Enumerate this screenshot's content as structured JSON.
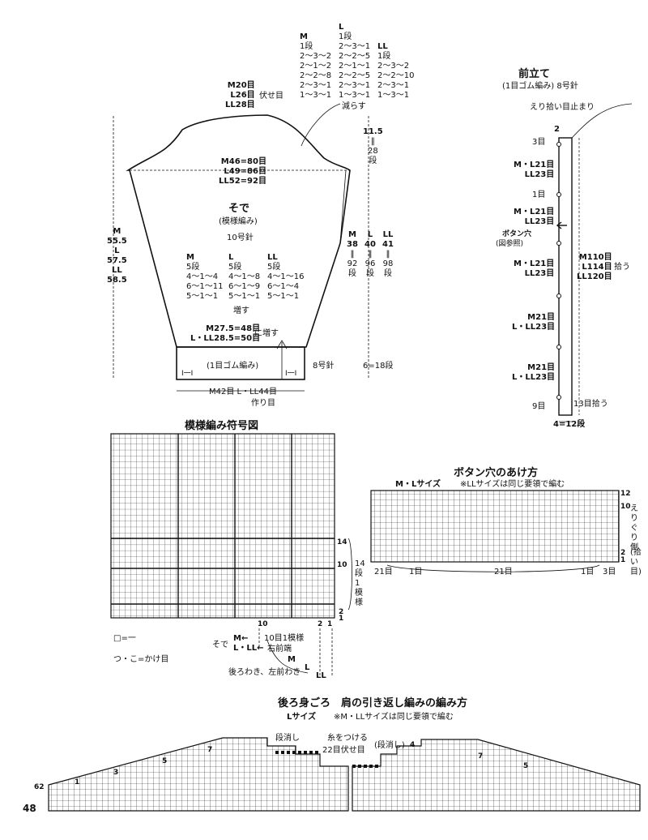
{
  "page_number": "48",
  "sleeve": {
    "title": "そで",
    "pattern": "(模様編み)",
    "needle": "10号針",
    "bind_off": {
      "m": "M20目",
      "l": "L26目",
      "ll": "LL28目",
      "label": "伏せ目"
    },
    "cap_table": {
      "cols": [
        "M",
        "L",
        "LL"
      ],
      "m": [
        "1段",
        "2〜3〜2",
        "2〜1〜2",
        "2〜2〜8",
        "2〜3〜1",
        "1〜3〜1"
      ],
      "l": [
        "1段",
        "2〜3〜1",
        "2〜2〜5",
        "2〜1〜1",
        "2〜2〜5",
        "2〜3〜1",
        "1〜3〜1"
      ],
      "ll": [
        "1段",
        "2〜3〜2",
        "2〜2〜10",
        "2〜3〜1",
        "1〜3〜1"
      ],
      "decrease_label": "減らす"
    },
    "cap_height": {
      "value": "11.5",
      "rows": "28",
      "unit": "段",
      "eq": "‖"
    },
    "width_stitches": {
      "m": "M46=80目",
      "l": "L49=86目",
      "ll": "LL52=92目"
    },
    "length": {
      "m_label": "M",
      "m": "55.5",
      "l_label": "L",
      "l": "57.5",
      "ll_label": "LL",
      "ll": "58.5"
    },
    "side_rows": {
      "m": {
        "label": "M",
        "cm": "38",
        "rows": "92",
        "unit": "段"
      },
      "l": {
        "label": "L",
        "cm": "40",
        "rows": "96",
        "unit": "段"
      },
      "ll": {
        "label": "LL",
        "cm": "41",
        "rows": "98",
        "unit": "段"
      }
    },
    "inc_table": {
      "cols": [
        "M",
        "L",
        "LL"
      ],
      "m": [
        "5段",
        "4〜1〜4",
        "6〜1〜11",
        "5〜1〜1"
      ],
      "l": [
        "5段",
        "4〜1〜8",
        "6〜1〜9",
        "5〜1〜1"
      ],
      "ll": [
        "5段",
        "4〜1〜16",
        "6〜1〜4",
        "5〜1〜1"
      ],
      "increase_label": "増す"
    },
    "cuff_inc": {
      "m": "M27.5=48目",
      "l": "L・LL28.5=50目",
      "label": "に増す"
    },
    "ribbing": "(1目ゴム編み)",
    "rib_needle": "8号針",
    "rib_rows": "6=18段",
    "cast_on": "M42目  L・LL44目",
    "cast_on_label": "作り目",
    "rib_mark": "I一I"
  },
  "placket": {
    "title": "前立て",
    "sub": "(1目ゴム編み) 8号針",
    "collar_note": "えり拾い目止まり",
    "top_rows": "2",
    "top_st": "3目",
    "seg1": {
      "m": "M・L21目",
      "ll": "LL23目"
    },
    "one": "1目",
    "seg2": {
      "m": "M・L21目",
      "ll": "LL23目"
    },
    "buttonhole": "ボタン穴",
    "buttonhole_ref": "(図参照)",
    "seg3": {
      "m": "M・L21目",
      "ll": "LL23目"
    },
    "pickup": {
      "m": "M110目",
      "l": "L114目",
      "ll": "LL120目",
      "label": "拾う"
    },
    "seg4": {
      "m": "M21目",
      "ll": "L・LL23目"
    },
    "seg5": {
      "m": "M21目",
      "ll": "L・LL23目"
    },
    "bottom_st": "9目",
    "bottom_pick": "13目拾う",
    "width": "4=12段"
  },
  "chart": {
    "title": "模様編み符号図",
    "rows_right": [
      "14",
      "10",
      "2",
      "1"
    ],
    "side_label": "14段1模様",
    "cols_bottom": [
      "10",
      "2",
      "1"
    ],
    "legend_blank": "□=一",
    "legend_yo": "つ・こ=かけ目",
    "sleeve_label": "そで",
    "m": "M←",
    "lll": "L・LL←",
    "repeat": "10目1模様",
    "right_front": "右前端",
    "m2": "M",
    "l2": "L",
    "ll2": "LL",
    "back": "後ろわき、左前わき"
  },
  "buttonhole_chart": {
    "title": "ボタン穴のあけ方",
    "size": "M・Lサイズ",
    "note": "※LLサイズは同じ要領で編む",
    "rows": [
      "12",
      "10",
      "2",
      "1"
    ],
    "side_top": "えりぐり側",
    "side_bot": "(拾い目)",
    "bottom": [
      "21目",
      "1目",
      "21目",
      "1目",
      "3目"
    ]
  },
  "shoulder": {
    "title": "後ろ身ごろ　肩の引き返し編みの編み方",
    "size": "Lサイズ",
    "note": "※M・LLサイズは同じ要領で編む",
    "dangeshi": "段消し",
    "yarn": "糸をつける",
    "center": "22目伏せ目",
    "dangeshi2": "(段消し)",
    "row62": "62",
    "left_steps": [
      "1",
      "3",
      "5",
      "7"
    ],
    "right_steps": [
      "4",
      "5",
      "7"
    ]
  }
}
